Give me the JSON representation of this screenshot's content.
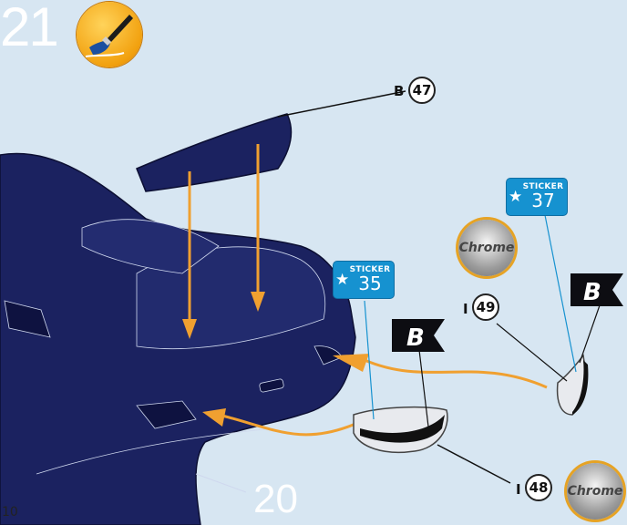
{
  "step": {
    "number": "21",
    "icon": "paintbrush-icon"
  },
  "parts": [
    {
      "letter": "B",
      "number": "47"
    },
    {
      "letter": "I",
      "number": "49"
    },
    {
      "letter": "I",
      "number": "48"
    }
  ],
  "stickers": [
    {
      "word": "STICKER",
      "number": "35"
    },
    {
      "word": "STICKER",
      "number": "37"
    }
  ],
  "paint_letter": "B",
  "chrome_label": "Chrome",
  "body_part": "20",
  "page_number": "10",
  "colors": {
    "background": "#d7e6f2",
    "body": "#1a1f5c",
    "arrow": "#f0a030",
    "sticker": "#1692d0",
    "badge": "#f2a10f"
  }
}
